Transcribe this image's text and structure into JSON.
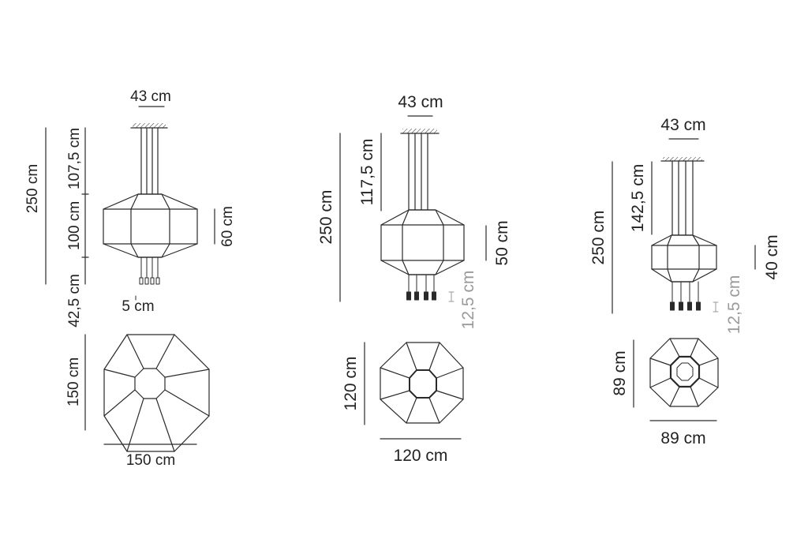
{
  "colors": {
    "line": "#2a2a2a",
    "muted": "#9a9a9a",
    "background": "#ffffff"
  },
  "models": [
    {
      "side": {
        "top_width": "43 cm",
        "total_height": "250 cm",
        "cable_length": "107,5 cm",
        "body_height": "100 cm",
        "bottom_length": "42,5 cm",
        "shade_height": "60 cm",
        "bulb_spacing": "5 cm"
      },
      "plan": {
        "depth": "150 cm",
        "width": "150 cm"
      }
    },
    {
      "side": {
        "top_width": "43 cm",
        "total_height": "250 cm",
        "cable_length": "117,5 cm",
        "shade_height": "50 cm",
        "bulb_length": "12,5 cm"
      },
      "plan": {
        "depth": "120 cm",
        "width": "120 cm"
      }
    },
    {
      "side": {
        "top_width": "43 cm",
        "total_height": "250 cm",
        "cable_length": "142,5 cm",
        "shade_height": "40 cm",
        "bulb_length": "12,5 cm"
      },
      "plan": {
        "depth": "89 cm",
        "width": "89 cm"
      }
    }
  ]
}
